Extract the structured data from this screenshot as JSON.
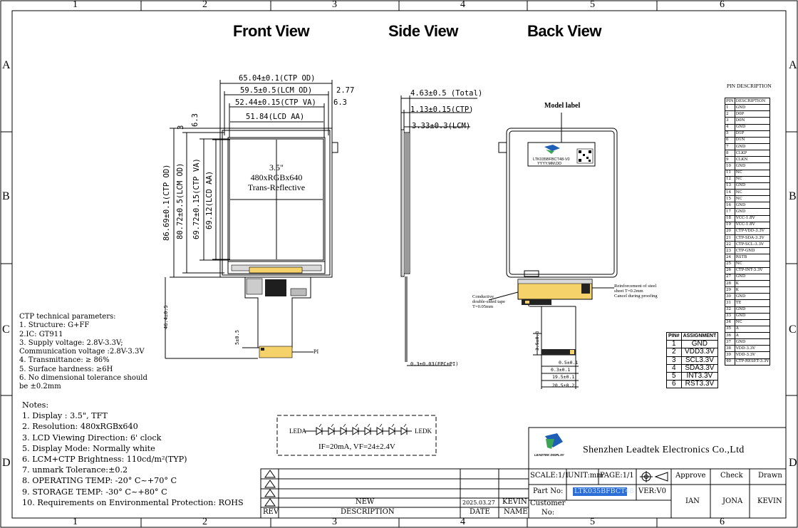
{
  "frame": {
    "top_numbers": [
      "1",
      "2",
      "3",
      "4",
      "5",
      "6"
    ],
    "side_letters": [
      "A",
      "B",
      "C",
      "D"
    ]
  },
  "views": {
    "front": "Front View",
    "side": "Side View",
    "back": "Back View"
  },
  "front": {
    "dims": {
      "ctp_od_w": "65.04±0.1(CTP OD)",
      "lcm_od_w": "59.5±0.5(LCM OD)",
      "ctp_va_w": "52.44±0.15(CTP VA)",
      "lcd_aa_w": "51.84(LCD AA)",
      "right_offset_1": "2.77",
      "right_offset_2": "6.3",
      "top_offset_3": "3",
      "top_offset_63": "6.3",
      "ctp_od_h": "86.69±0.1(CTP OD)",
      "lcm_od_h": "80.72±0.5(LCM OD)",
      "ctp_va_h": "69.72±0.15(CTP VA)",
      "lcd_aa_h": "69.12(LCD AA)",
      "fpc_len": "46.4±0.5",
      "fpc_small": "5±0.5",
      "pi": "PI"
    },
    "panel_text": [
      "3.5\"",
      "480xRGBx640",
      "Trans-Reflective"
    ]
  },
  "side": {
    "total": "4.63±0.5 (Total)",
    "ctp": "1.13±0.15(CTP)",
    "lcm": "3.33±0.3(LCM)",
    "fpc": "0.3±0.03(FPC+PI)"
  },
  "back": {
    "model_label_title": "Model label",
    "label_line1": "LTK035BFBCT48-V0",
    "label_line2": "YYYY.MM.DD",
    "steel_note": [
      "Reinforcement of steel",
      "sheet T=0.2mm",
      "Cancel during proofing"
    ],
    "tape_note": [
      "Conductive",
      "double-sided tape",
      "T=0.05mm"
    ],
    "dims": {
      "v35": "3.5±0.3",
      "d05": "0.5±0.1",
      "d03": "0.3±0.1",
      "d195": "19.5±0.1",
      "d205": "20.5±0.2"
    }
  },
  "ctp_params": {
    "title": "CTP technical parameters:",
    "lines": [
      "1. Structure: G+FF",
      "2.IC: GT911",
      "3. Supply voltage: 2.8V-3.3V;",
      "Communication voltage :2.8V-3.3V",
      "4. Transmittance: ≥ 86%",
      "5. Surface hardness: ≥6H",
      "6. No dimensional tolerance should",
      "be ±0.2mm"
    ]
  },
  "notes": {
    "title": "Notes:",
    "lines": [
      "1. Display : 3.5\",  TFT",
      "2. Resolution: 480xRGBx640",
      "3. LCD Viewing Direction: 6' clock",
      "5. Display Mode: Normally white",
      "6. LCM+CTP Brightness: 110cd/m²(TYP)",
      "7. unmark Tolerance:±0.2",
      "8. OPERATING TEMP: -20° C~+70° C",
      "9. STORAGE TEMP: -30° C~+80° C",
      "10. Requirements on Environmental Protection: ROHS"
    ]
  },
  "led": {
    "leda": "LEDA",
    "ledk": "LEDK",
    "spec": "IF=20mA, VF=24±2.4V",
    "count": 8
  },
  "pin_desc": {
    "title": "PIN DESCRIPTION",
    "header": [
      "PIN",
      "DESCRIPTION"
    ],
    "rows": [
      [
        "1",
        "GND"
      ],
      [
        "2",
        "D0P"
      ],
      [
        "3",
        "D0N"
      ],
      [
        "4",
        "GND"
      ],
      [
        "5",
        "D1P"
      ],
      [
        "6",
        "D1N"
      ],
      [
        "7",
        "GND"
      ],
      [
        "8",
        "CLKP"
      ],
      [
        "9",
        "CLKN"
      ],
      [
        "10",
        "GND"
      ],
      [
        "11",
        "NC"
      ],
      [
        "12",
        "NC"
      ],
      [
        "13",
        "GND"
      ],
      [
        "14",
        "NC"
      ],
      [
        "15",
        "NC"
      ],
      [
        "16",
        "GND"
      ],
      [
        "17",
        "GND"
      ],
      [
        "18",
        "VCC-1.8V"
      ],
      [
        "19",
        "VCC-1.8V"
      ],
      [
        "20",
        "CTP-VDD-3.3V"
      ],
      [
        "21",
        "CTP-SDA-3.3V"
      ],
      [
        "22",
        "CTP-SCL-3.3V"
      ],
      [
        "23",
        "CTP-GND"
      ],
      [
        "24",
        "RSTB"
      ],
      [
        "25",
        "NC"
      ],
      [
        "26",
        "CTP-INT-3.3V"
      ],
      [
        "27",
        "GND"
      ],
      [
        "28",
        "K"
      ],
      [
        "29",
        "K"
      ],
      [
        "30",
        "GND"
      ],
      [
        "31",
        "TE"
      ],
      [
        "32",
        "GND"
      ],
      [
        "33",
        "GND"
      ],
      [
        "34",
        "NC"
      ],
      [
        "35",
        "A"
      ],
      [
        "36",
        "A"
      ],
      [
        "37",
        "GND"
      ],
      [
        "38",
        "VDD-3.3V"
      ],
      [
        "39",
        "VDD-3.3V"
      ],
      [
        "40",
        "CTP-RESET-3.3V"
      ]
    ]
  },
  "assignment": {
    "header": [
      "PIN#",
      "ASSIGNMENT"
    ],
    "rows": [
      [
        "1",
        "GND"
      ],
      [
        "2",
        "VDD3.3V"
      ],
      [
        "3",
        "SCL3.3V"
      ],
      [
        "4",
        "SDA3.3V"
      ],
      [
        "5",
        "INT3.3V"
      ],
      [
        "6",
        "RST3.3V"
      ]
    ]
  },
  "title_block": {
    "company": "Shenzhen Leadtek Electronics Co.,Ltd",
    "logo_text": "LEADTEK DISPLAY",
    "scale": "SCALE:1/1",
    "unit": "UNIT:mm",
    "page": "PAGE:1/1",
    "approve": "Approve",
    "check": "Check",
    "drawn": "Drawn",
    "approve_name": "IAN",
    "check_name": "JONA",
    "drawn_name": "KEVIN",
    "part_no_label": "Part No:",
    "part_no": "LTK035BFBCT48",
    "ver": "VER:V0",
    "customer_label": "Customer",
    "customer_label2": "No:",
    "rev_label": "REV",
    "desc_label": "DESCRIPTION",
    "date_label": "DATE",
    "name_label": "NAME",
    "rev_desc": "NEW",
    "rev_date": "2025.03.27",
    "rev_name": "KEVIN"
  },
  "colors": {
    "fpc_yellow": "#f5d36a",
    "fpc_dark": "#222222",
    "highlight": "#2b6fd6",
    "logo_green": "#3aa655",
    "logo_blue": "#1f5fb5"
  }
}
